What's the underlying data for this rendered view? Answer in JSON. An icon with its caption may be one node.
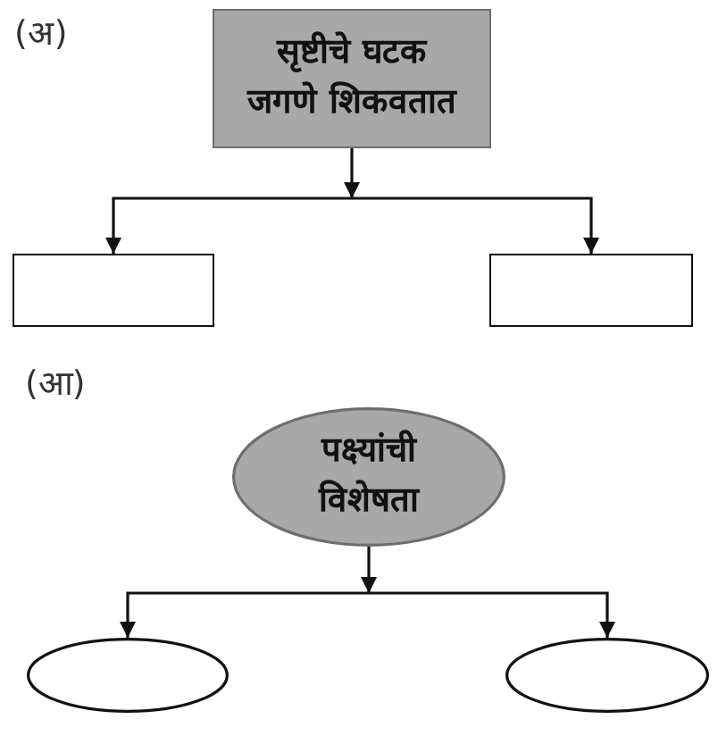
{
  "diagram": {
    "nodes": [
      {
        "text": [
          "सृष्टीचे घटक जगणे शिकवतात"
        ]
      },
      {
        "text": [],
        "shape": "box"
      },
      {
        "text": [],
        "shape": "box"
      },
      {
        "text": [
          "पक्ष्यांची विशेषता"
        ]
      },
      {
        "text": [],
        "shape": "ellipse"
      },
      {
        "text": [],
        "shape": "ellipse"
      }
    ],
    "edges": [
      {
        "from": 0,
        "to": 1,
        "arrow": "to"
      },
      {
        "from": 0,
        "to": 2,
        "arrow": "to"
      },
      {
        "from": 3,
        "to": 4,
        "arrow": "to"
      },
      {
        "from": 3,
        "to": 5,
        "arrow": "to"
      }
    ],
    "labels": [
      "(अ)",
      "(आ)"
    ]
  }
}
